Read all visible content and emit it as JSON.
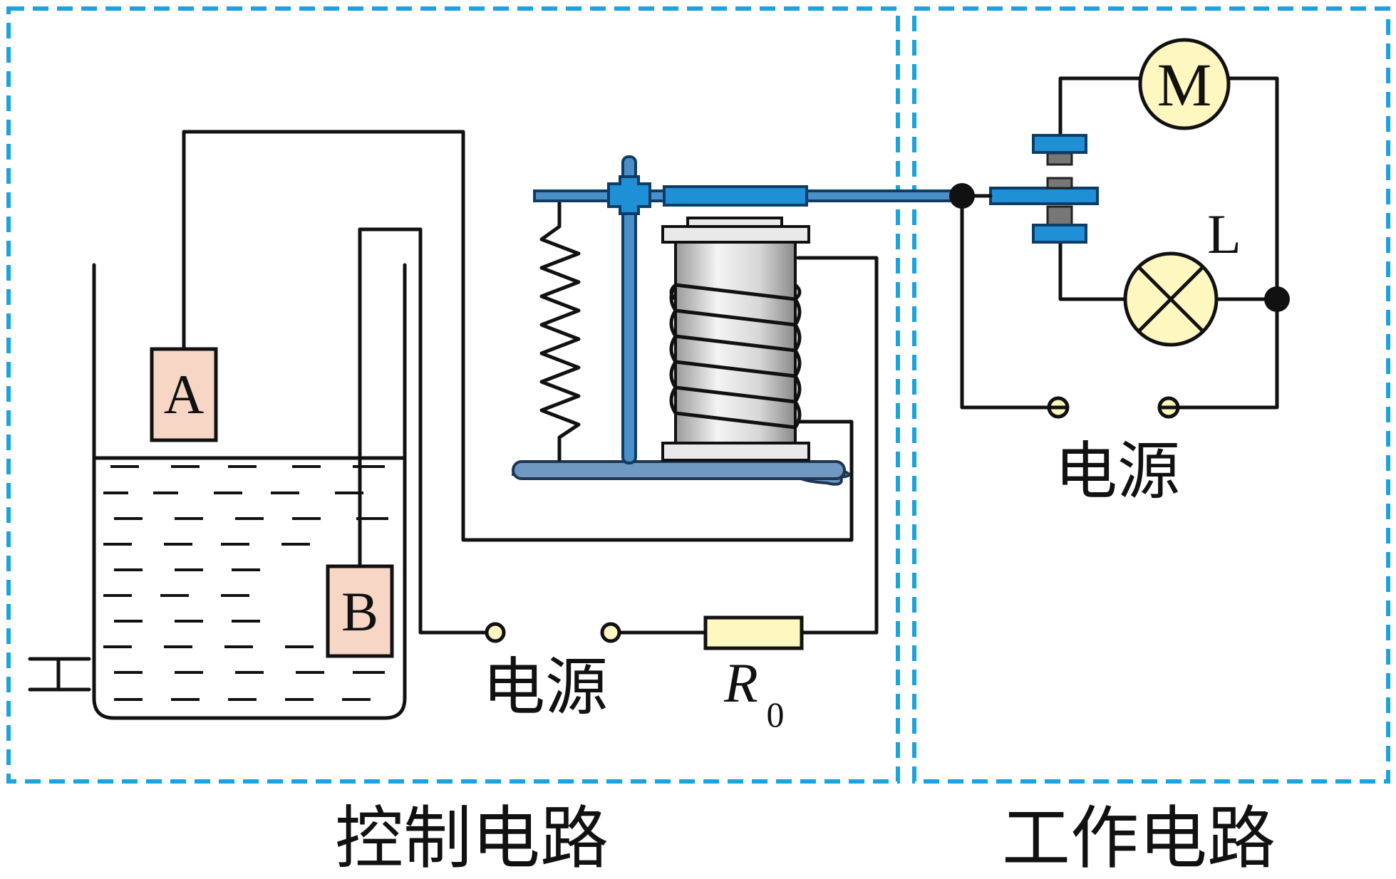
{
  "labels": {
    "electrode_a": "A",
    "electrode_b": "B",
    "resistor": "R",
    "resistor_sub": "0",
    "motor": "M",
    "lamp": "L",
    "control_power": "电源",
    "work_power": "电源",
    "control_caption": "控制电路",
    "work_caption": "工作电路"
  },
  "colors": {
    "region_border": "#1aa3df",
    "electrode_fill": "#f7d6c6",
    "component_fill": "#fff7c0",
    "relay_blue": "#1f8fd6"
  }
}
